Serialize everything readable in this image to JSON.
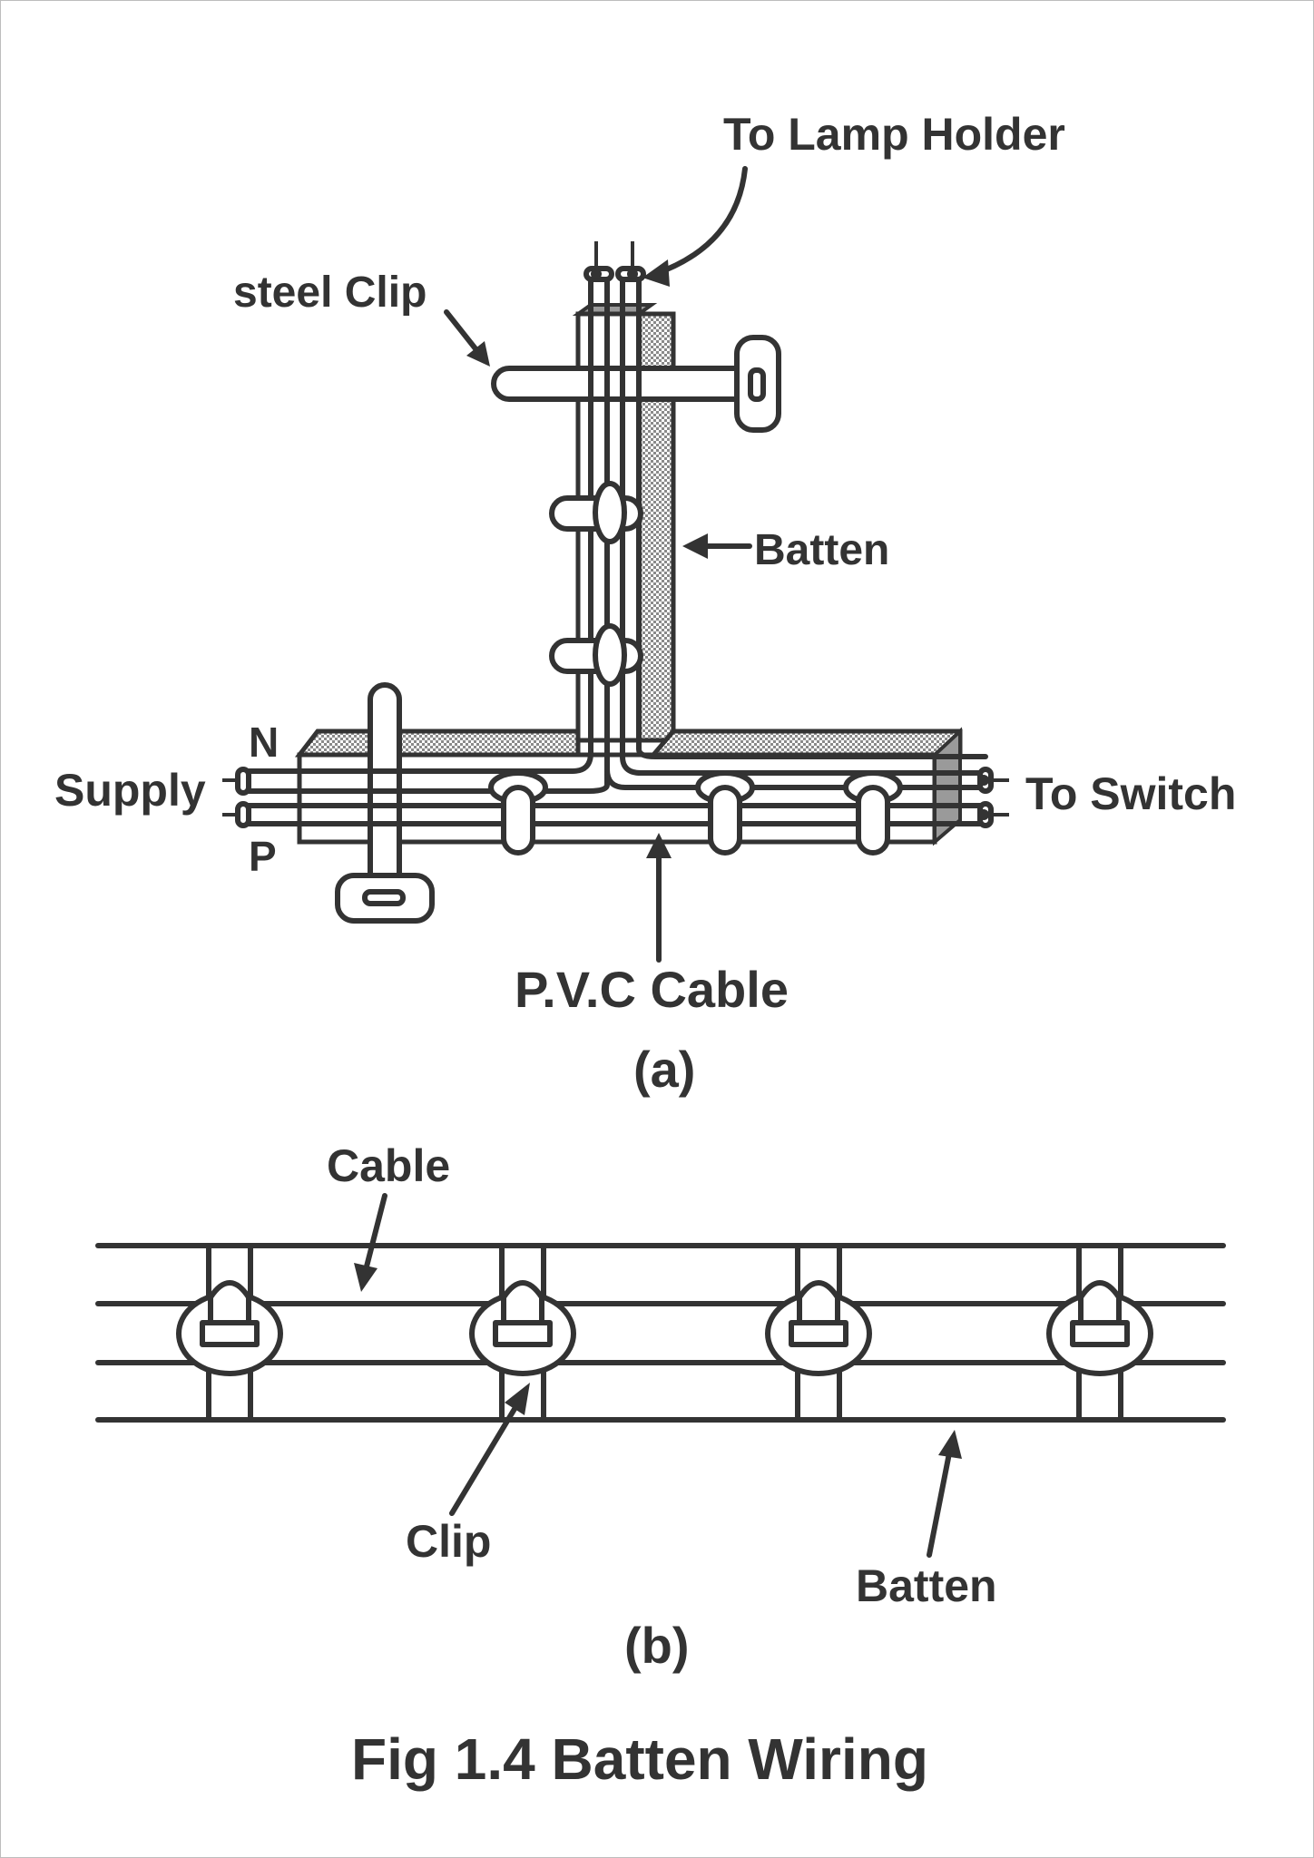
{
  "figure": {
    "title": "Fig 1.4 Batten Wiring",
    "panel_a": {
      "caption": "(a)",
      "labels": {
        "lamp_holder": "To Lamp Holder",
        "steel_clip": "steel Clip",
        "batten": "Batten",
        "neutral": "N",
        "supply": "Supply",
        "phase": "P",
        "to_switch": "To Switch",
        "pvc_cable": "P.V.C Cable"
      }
    },
    "panel_b": {
      "caption": "(b)",
      "labels": {
        "cable": "Cable",
        "clip": "Clip",
        "batten": "Batten"
      }
    }
  },
  "colors": {
    "ink": "#333333",
    "hatch": "#9e9e9e",
    "background": "#ffffff"
  }
}
